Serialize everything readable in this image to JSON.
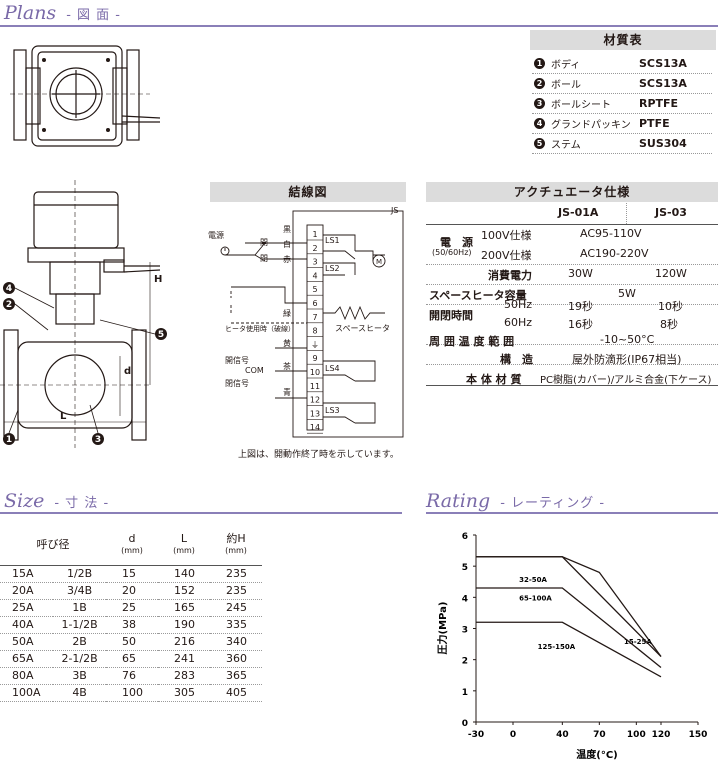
{
  "plans": {
    "title": "Plans",
    "subtitle": "- 図 面 -"
  },
  "materials": {
    "header": "材質表",
    "items": [
      {
        "num": "1",
        "name": "ボディ",
        "value": "SCS13A"
      },
      {
        "num": "2",
        "name": "ボール",
        "value": "SCS13A"
      },
      {
        "num": "3",
        "name": "ボールシート",
        "value": "RPTFE"
      },
      {
        "num": "4",
        "name": "グランドパッキン",
        "value": "PTFE"
      },
      {
        "num": "5",
        "name": "ステム",
        "value": "SUS304"
      }
    ]
  },
  "drawing": {
    "callouts": [
      "1",
      "2",
      "3",
      "4",
      "5"
    ],
    "dim_L": "L",
    "dim_d": "d",
    "dim_H": "H"
  },
  "wiring": {
    "header": "結線図",
    "corner": "JS",
    "terminals": [
      "1",
      "2",
      "3",
      "4",
      "5",
      "6",
      "7",
      "8",
      "",
      "9",
      "10",
      "11",
      "12",
      "13",
      "14"
    ],
    "ground": "⏚",
    "power": "電源",
    "open_label": "開",
    "close_label": "閉",
    "colors": {
      "black": "黒",
      "white": "白",
      "red": "赤",
      "green": "緑",
      "yellow": "黄",
      "brown": "茶",
      "blue": "青"
    },
    "heater_use": "ヒータ使用時（破線）",
    "space_heater": "スペースヒータ",
    "open_signal": "開信号",
    "close_signal": "閉信号",
    "com": "COM",
    "ls": [
      "LS1",
      "LS2",
      "LS4",
      "LS3"
    ],
    "motor": "M",
    "note": "上図は、開動作終了時を示しています。"
  },
  "actuator": {
    "header": "アクチュエータ仕様",
    "models": [
      "JS-01A",
      "JS-03"
    ],
    "power_label": "電　源",
    "power_sub": "(50/60Hz)",
    "v100_label": "100V仕様",
    "v100": "AC95-110V",
    "v200_label": "200V仕様",
    "v200": "AC190-220V",
    "consumption_label": "消費電力",
    "consumption": [
      "30W",
      "120W"
    ],
    "heater_label": "スペースヒータ容量",
    "heater": "5W",
    "time_label": "開閉時間",
    "hz50_label": "50Hz",
    "hz50": [
      "19秒",
      "10秒"
    ],
    "hz60_label": "60Hz",
    "hz60": [
      "16秒",
      "8秒"
    ],
    "temp_label": "周 囲 温 度 範 囲",
    "temp": "-10~50°C",
    "struct_label": "構　造",
    "struct": "屋外防滴形(IP67相当)",
    "material_label": "本 体 材 質",
    "material": "PC樹脂(カバー)/アルミ合金(下ケース)"
  },
  "size": {
    "title": "Size",
    "subtitle": "- 寸 法 -",
    "head_nominal": "呼び径",
    "head_d": "d",
    "head_L": "L",
    "head_H": "約H",
    "unit": "(mm)",
    "rows": [
      [
        "15A",
        "1/2B",
        "15",
        "140",
        "235"
      ],
      [
        "20A",
        "3/4B",
        "20",
        "152",
        "235"
      ],
      [
        "25A",
        "1B",
        "25",
        "165",
        "245"
      ],
      [
        "40A",
        "1-1/2B",
        "38",
        "190",
        "335"
      ],
      [
        "50A",
        "2B",
        "50",
        "216",
        "340"
      ],
      [
        "65A",
        "2-1/2B",
        "65",
        "241",
        "360"
      ],
      [
        "80A",
        "3B",
        "76",
        "283",
        "365"
      ],
      [
        "100A",
        "4B",
        "100",
        "305",
        "405"
      ]
    ]
  },
  "rating": {
    "title": "Rating",
    "subtitle": "- レーティング -"
  },
  "chart_data": {
    "type": "line",
    "xlabel": "温度(°C)",
    "ylabel": "圧力(MPa)",
    "xlim": [
      -30,
      150
    ],
    "ylim": [
      0,
      6
    ],
    "xticks": [
      -30,
      0,
      40,
      70,
      100,
      120,
      150
    ],
    "yticks": [
      0,
      1,
      2,
      3,
      4,
      5,
      6
    ],
    "grid": false,
    "series": [
      {
        "name": "15-25A",
        "x": [
          -30,
          40,
          70,
          120
        ],
        "y": [
          5.3,
          5.3,
          4.8,
          2.1
        ]
      },
      {
        "name": "32-50A",
        "x": [
          -30,
          40,
          120
        ],
        "y": [
          5.3,
          5.3,
          2.1
        ]
      },
      {
        "name": "65-100A",
        "x": [
          -30,
          40,
          120
        ],
        "y": [
          4.3,
          4.3,
          1.75
        ]
      },
      {
        "name": "125-150A",
        "x": [
          -30,
          40,
          120
        ],
        "y": [
          3.2,
          3.2,
          1.45
        ]
      }
    ]
  }
}
